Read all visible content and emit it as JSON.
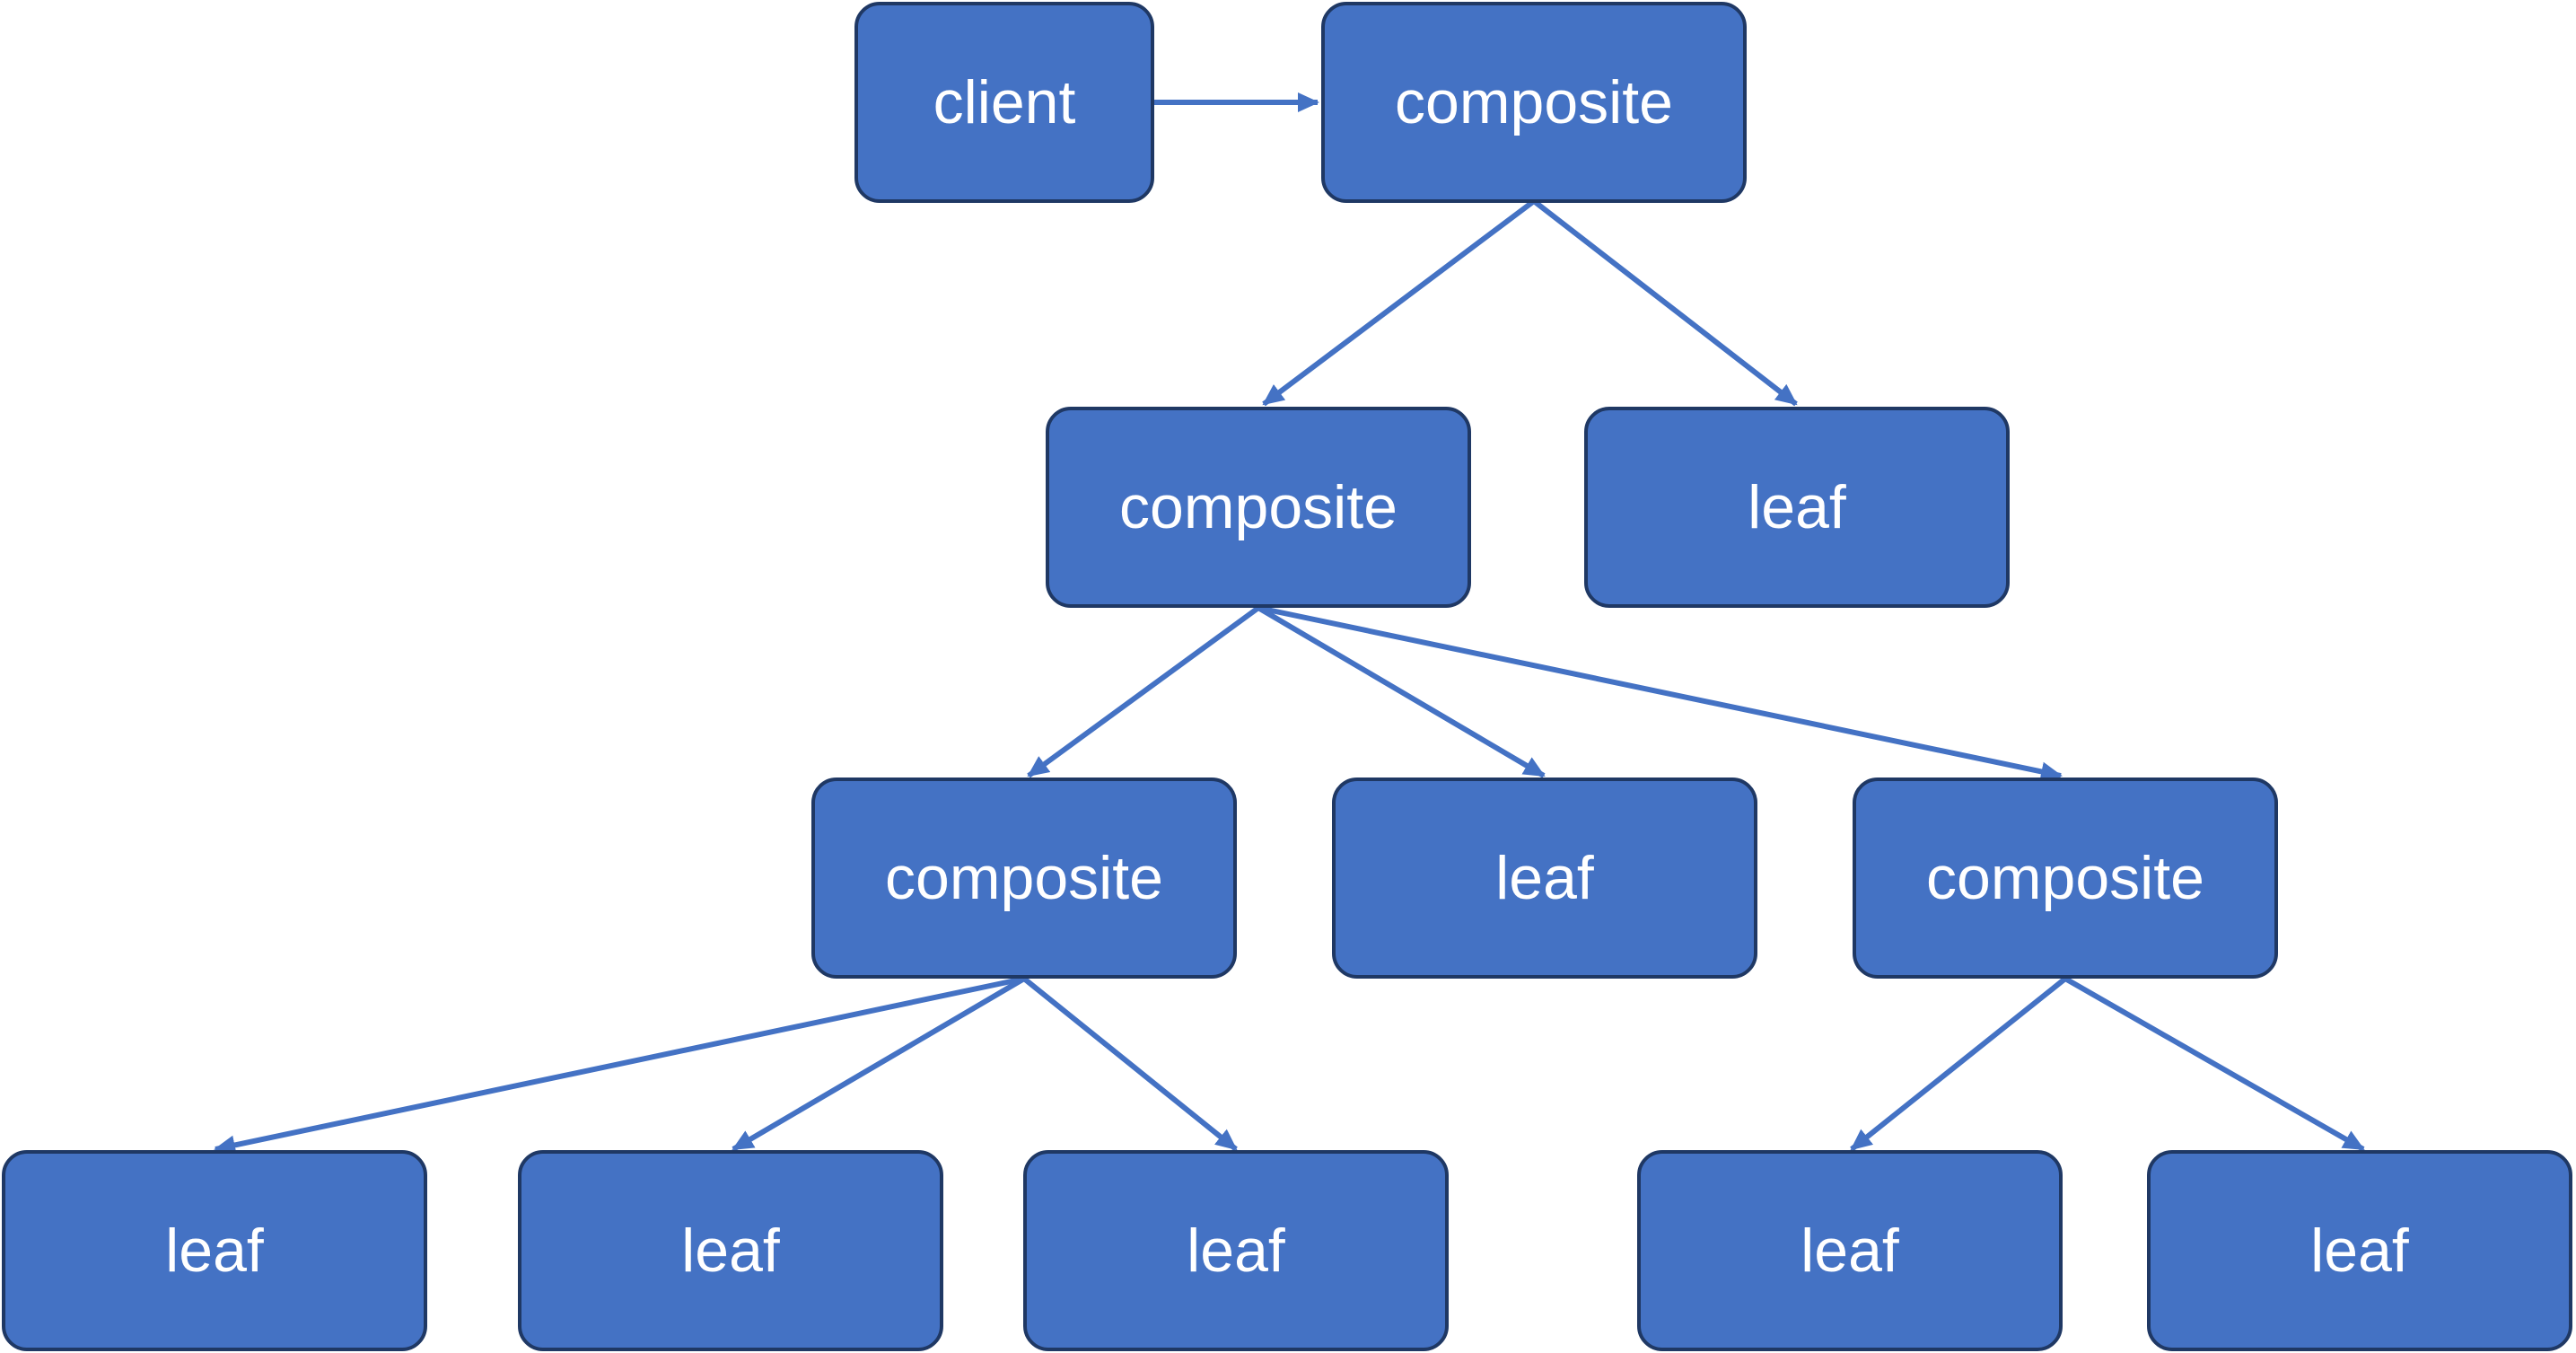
{
  "diagram": {
    "colors": {
      "node_fill": "#4472C4",
      "node_border": "#1F3864",
      "edge": "#4472C4",
      "text": "#FFFFFF"
    },
    "nodes": {
      "client": "client",
      "composite_root": "composite",
      "composite_l2": "composite",
      "leaf_l2": "leaf",
      "composite_l3_left": "composite",
      "leaf_l3": "leaf",
      "composite_l3_right": "composite",
      "leaf_l4_1": "leaf",
      "leaf_l4_2": "leaf",
      "leaf_l4_3": "leaf",
      "leaf_l4_4": "leaf",
      "leaf_l4_5": "leaf"
    },
    "edges": [
      {
        "from": "client",
        "to": "composite_root"
      },
      {
        "from": "composite_root",
        "to": "composite_l2"
      },
      {
        "from": "composite_root",
        "to": "leaf_l2"
      },
      {
        "from": "composite_l2",
        "to": "composite_l3_left"
      },
      {
        "from": "composite_l2",
        "to": "leaf_l3"
      },
      {
        "from": "composite_l2",
        "to": "composite_l3_right"
      },
      {
        "from": "composite_l3_left",
        "to": "leaf_l4_1"
      },
      {
        "from": "composite_l3_left",
        "to": "leaf_l4_2"
      },
      {
        "from": "composite_l3_left",
        "to": "leaf_l4_3"
      },
      {
        "from": "composite_l3_right",
        "to": "leaf_l4_4"
      },
      {
        "from": "composite_l3_right",
        "to": "leaf_l4_5"
      }
    ]
  }
}
